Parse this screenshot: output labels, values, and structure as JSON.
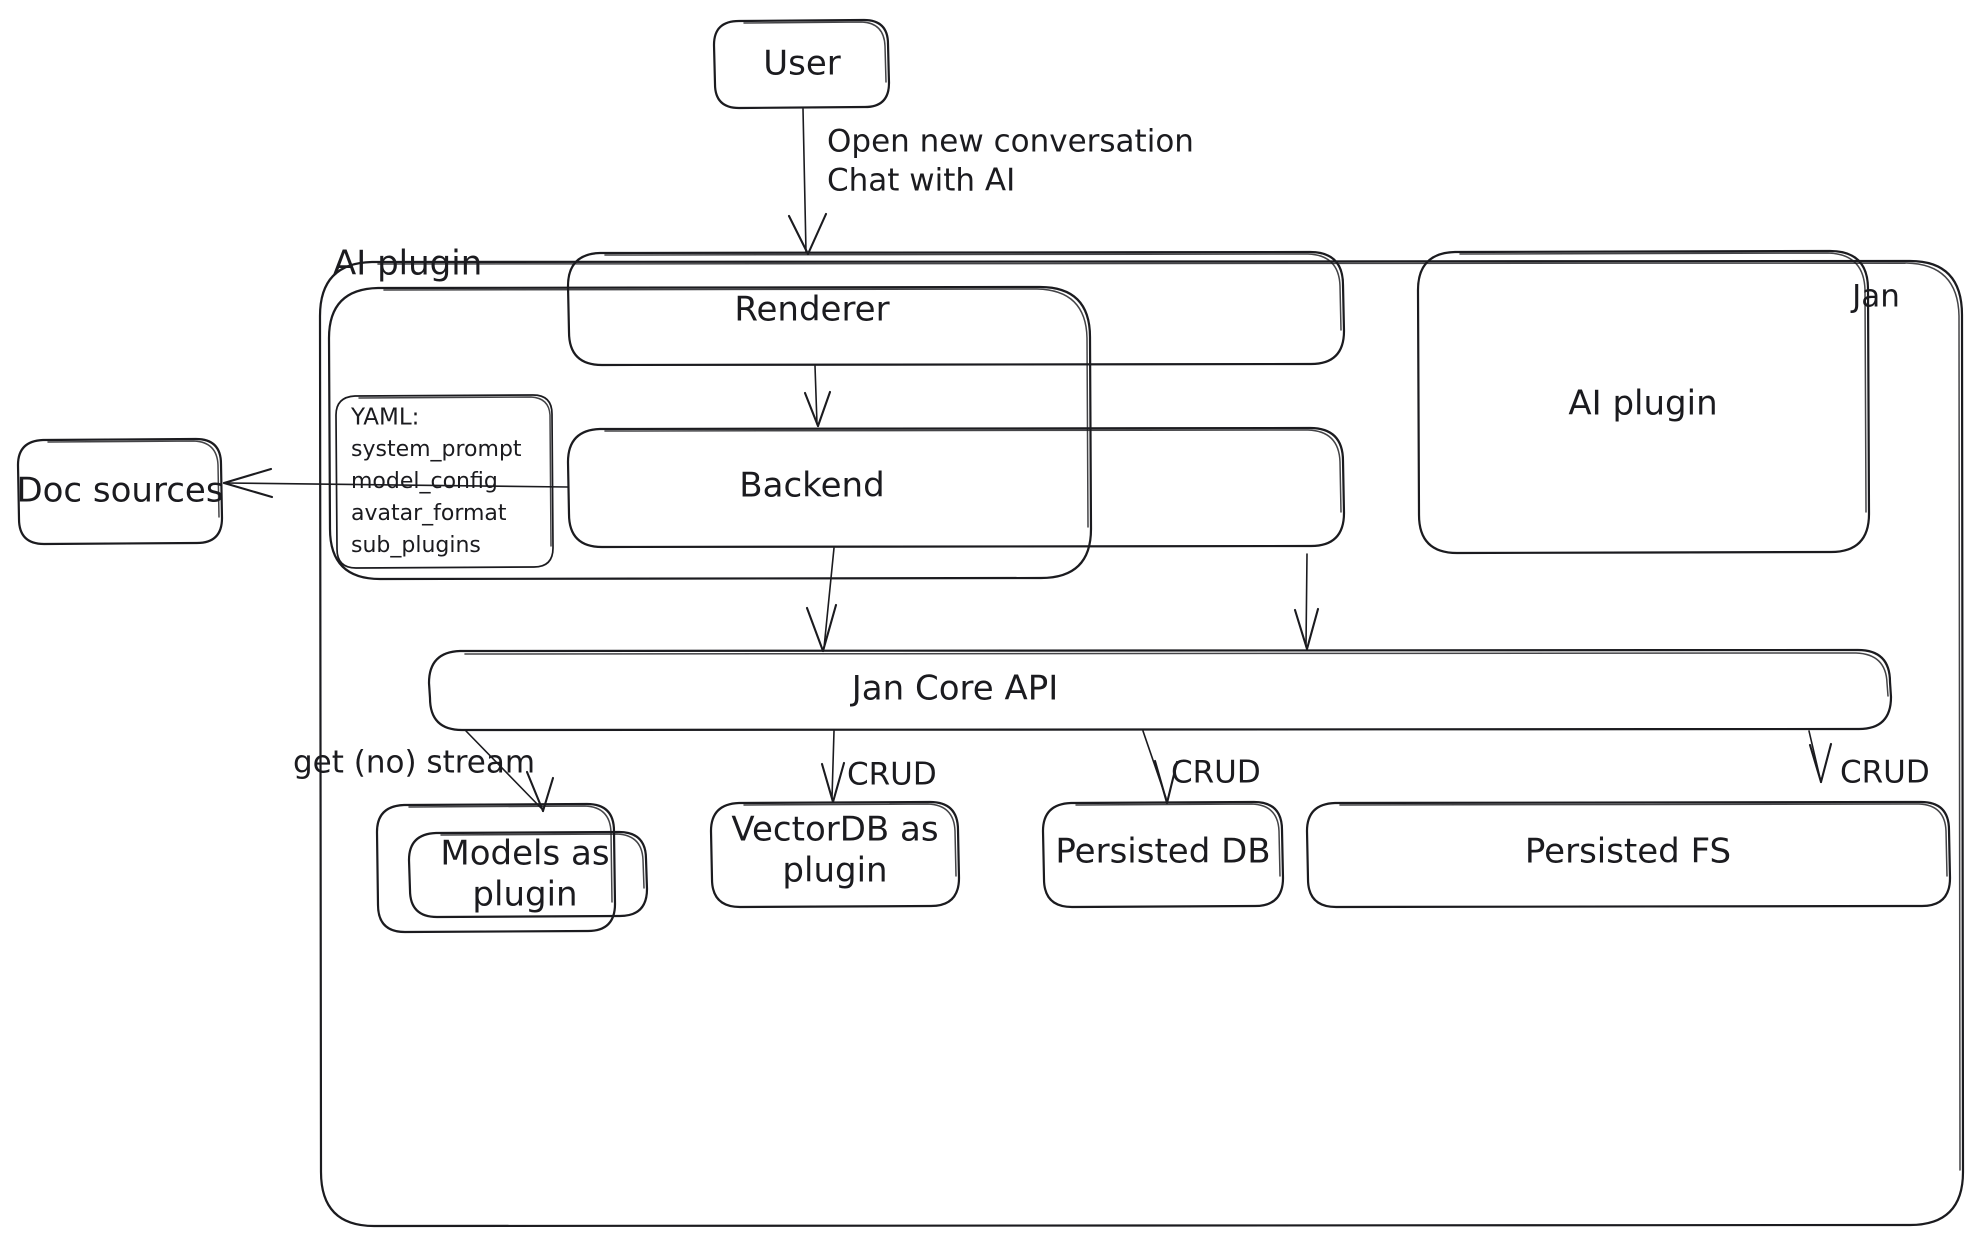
{
  "diagram": {
    "title_corner": "Jan",
    "background": "#ffffff",
    "ink_color": "#1b1b1f",
    "style": "hand-drawn architecture diagram"
  },
  "nodes": {
    "user": "User",
    "doc_sources": "Doc sources",
    "ai_plugin_group": "AI plugin",
    "renderer": "Renderer",
    "backend": "Backend",
    "ai_plugin_box": "AI plugin",
    "jan_core_api": "Jan Core API",
    "models_as_plugin": "Models as\nplugin",
    "models_as_plugin_line1": "Models as",
    "models_as_plugin_line2": "plugin",
    "vectordb_as_plugin_line1": "VectorDB as",
    "vectordb_as_plugin_line2": "plugin",
    "persisted_db": "Persisted DB",
    "persisted_fs": "Persisted FS"
  },
  "yaml_card": {
    "header": "YAML:",
    "keys": [
      "system_prompt",
      "model_config",
      "avatar_format",
      "sub_plugins"
    ]
  },
  "edges": [
    {
      "id": "user-to-renderer",
      "label_line1": "Open new conversation",
      "label_line2": "Chat with AI",
      "from": "user",
      "to": "renderer"
    },
    {
      "id": "renderer-to-backend",
      "label_line1": "",
      "label_line2": "",
      "from": "renderer",
      "to": "backend"
    },
    {
      "id": "backend-to-doc-sources",
      "label_line1": "",
      "label_line2": "",
      "from": "backend",
      "to": "doc_sources"
    },
    {
      "id": "backend-to-core-api",
      "label_line1": "",
      "label_line2": "",
      "from": "backend",
      "to": "jan_core_api"
    },
    {
      "id": "ai-plugin-to-core-api",
      "label_line1": "",
      "label_line2": "",
      "from": "ai_plugin_box",
      "to": "jan_core_api"
    },
    {
      "id": "core-api-to-models",
      "label_line1": "get (no) stream",
      "label_line2": "",
      "from": "jan_core_api",
      "to": "models_as_plugin"
    },
    {
      "id": "core-api-to-vectordb",
      "label_line1": "CRUD",
      "label_line2": "",
      "from": "jan_core_api",
      "to": "vectordb_as_plugin"
    },
    {
      "id": "core-api-to-persisted-db",
      "label_line1": "CRUD",
      "label_line2": "",
      "from": "jan_core_api",
      "to": "persisted_db"
    },
    {
      "id": "core-api-to-persisted-fs",
      "label_line1": "CRUD",
      "label_line2": "",
      "from": "jan_core_api",
      "to": "persisted_fs"
    }
  ],
  "edge_labels": {
    "user_line1": "Open new conversation",
    "user_line2": "Chat with AI",
    "get_no_stream": "get (no) stream",
    "crud_vectordb": "CRUD",
    "crud_persisted_db": "CRUD",
    "crud_persisted_fs": "CRUD"
  }
}
